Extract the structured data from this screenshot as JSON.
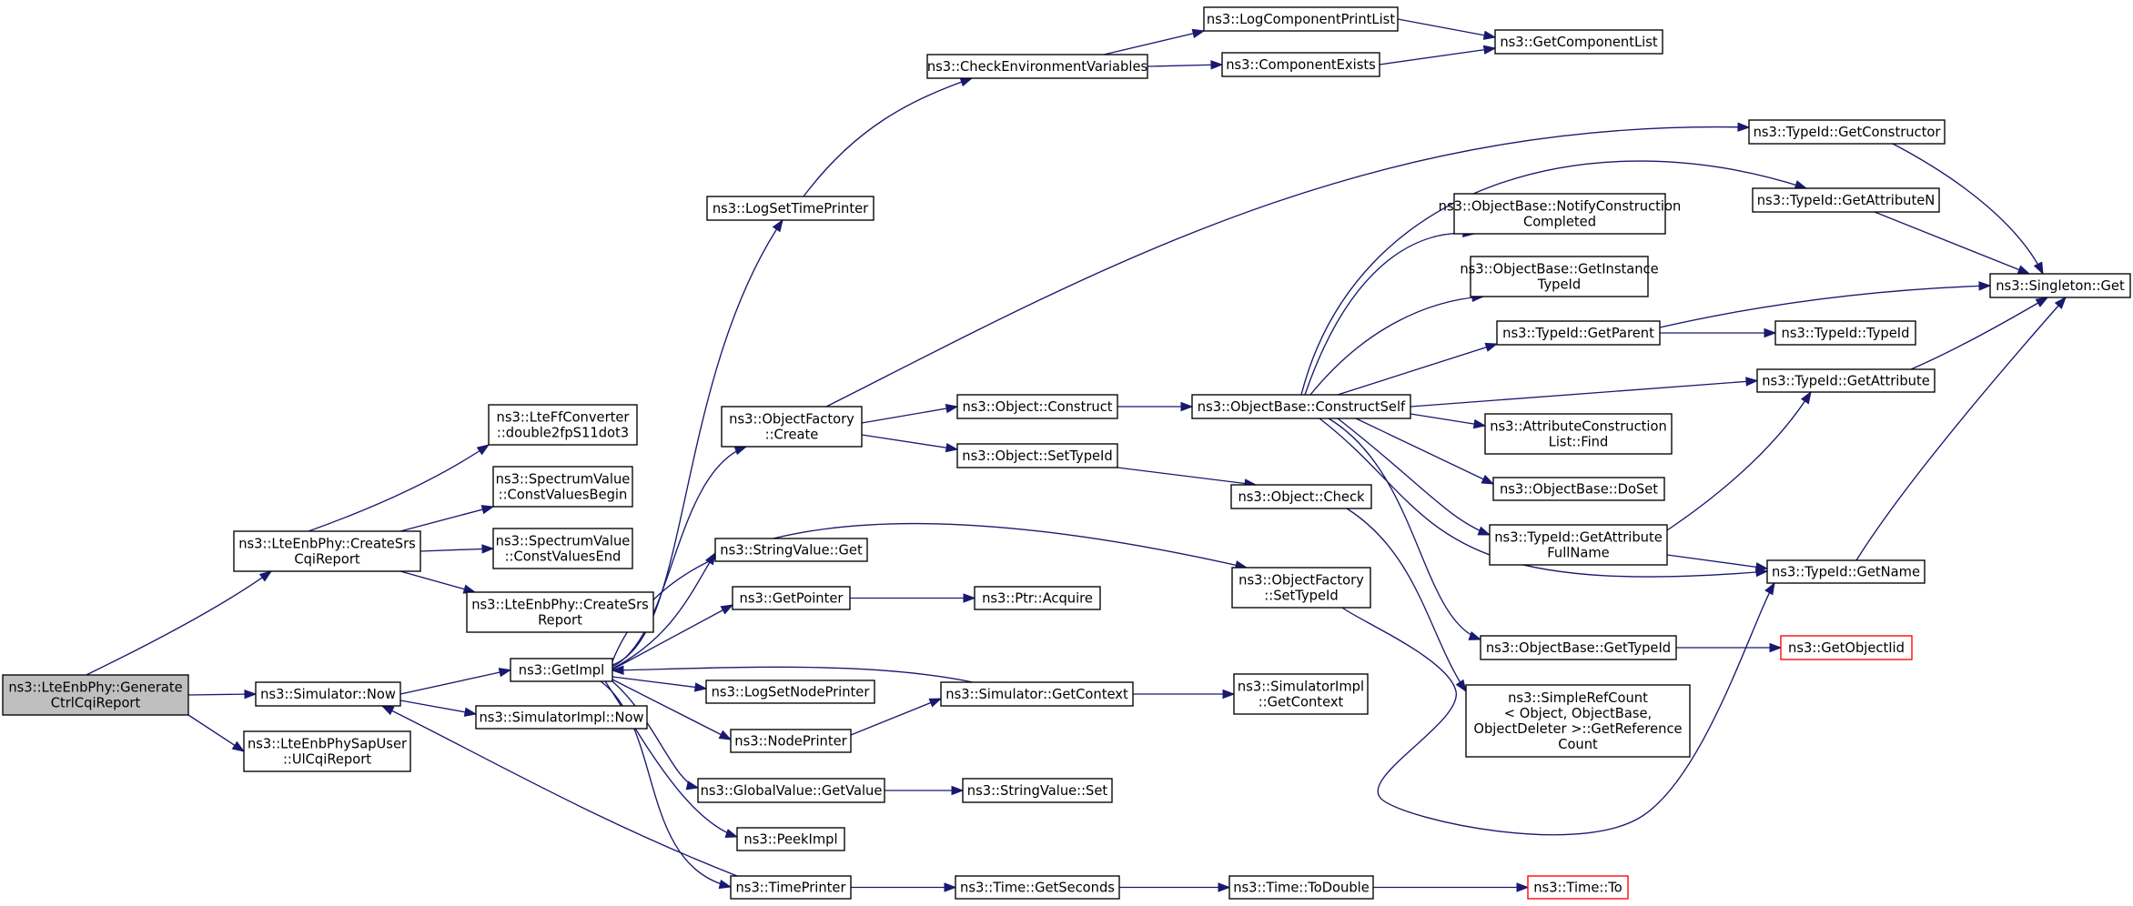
{
  "colors": {
    "edge": "#191970",
    "node_border": "#000000",
    "node_border_undocumented": "#ff0000",
    "root_fill": "#bfbfbf",
    "node_fill": "#ffffff"
  },
  "nodes": [
    {
      "id": "root",
      "lines": [
        "ns3::LteEnbPhy::Generate",
        "CtrlCqiReport"
      ],
      "style": "root"
    },
    {
      "id": "createSrs",
      "lines": [
        "ns3::LteEnbPhy::CreateSrs",
        "CqiReport"
      ]
    },
    {
      "id": "simNow",
      "lines": [
        "ns3::Simulator::Now"
      ]
    },
    {
      "id": "ulCqi",
      "lines": [
        "ns3::LteEnbPhySapUser",
        "::UlCqiReport"
      ]
    },
    {
      "id": "double2fp",
      "lines": [
        "ns3::LteFfConverter",
        "::double2fpS11dot3"
      ]
    },
    {
      "id": "cvBegin",
      "lines": [
        "ns3::SpectrumValue",
        "::ConstValuesBegin"
      ]
    },
    {
      "id": "cvEnd",
      "lines": [
        "ns3::SpectrumValue",
        "::ConstValuesEnd"
      ]
    },
    {
      "id": "createSrsReport",
      "lines": [
        "ns3::LteEnbPhy::CreateSrs",
        "Report"
      ]
    },
    {
      "id": "getImpl",
      "lines": [
        "ns3::GetImpl"
      ]
    },
    {
      "id": "simImplNow",
      "lines": [
        "ns3::SimulatorImpl::Now"
      ]
    },
    {
      "id": "logSetTimePrinter",
      "lines": [
        "ns3::LogSetTimePrinter"
      ]
    },
    {
      "id": "ofCreate",
      "lines": [
        "ns3::ObjectFactory",
        "::Create"
      ]
    },
    {
      "id": "stringValueGet",
      "lines": [
        "ns3::StringValue::Get"
      ]
    },
    {
      "id": "getPointer",
      "lines": [
        "ns3::GetPointer"
      ]
    },
    {
      "id": "logSetNodePrinter",
      "lines": [
        "ns3::LogSetNodePrinter"
      ]
    },
    {
      "id": "nodePrinter",
      "lines": [
        "ns3::NodePrinter"
      ]
    },
    {
      "id": "gvGetValue",
      "lines": [
        "ns3::GlobalValue::GetValue"
      ]
    },
    {
      "id": "peekImpl",
      "lines": [
        "ns3::PeekImpl"
      ]
    },
    {
      "id": "timePrinter",
      "lines": [
        "ns3::TimePrinter"
      ]
    },
    {
      "id": "checkEnv",
      "lines": [
        "ns3::CheckEnvironmentVariables"
      ]
    },
    {
      "id": "objConstruct",
      "lines": [
        "ns3::Object::Construct"
      ]
    },
    {
      "id": "objSetTypeId",
      "lines": [
        "ns3::Object::SetTypeId"
      ]
    },
    {
      "id": "ptrAcquire",
      "lines": [
        "ns3::Ptr::Acquire"
      ]
    },
    {
      "id": "simGetContext",
      "lines": [
        "ns3::Simulator::GetContext"
      ]
    },
    {
      "id": "svSet",
      "lines": [
        "ns3::StringValue::Set"
      ]
    },
    {
      "id": "timeGetSeconds",
      "lines": [
        "ns3::Time::GetSeconds"
      ]
    },
    {
      "id": "logCompPrintList",
      "lines": [
        "ns3::LogComponentPrintList"
      ]
    },
    {
      "id": "componentExists",
      "lines": [
        "ns3::ComponentExists"
      ]
    },
    {
      "id": "obConstructSelf",
      "lines": [
        "ns3::ObjectBase::ConstructSelf"
      ]
    },
    {
      "id": "objCheck",
      "lines": [
        "ns3::Object::Check"
      ]
    },
    {
      "id": "ofSetTypeId",
      "lines": [
        "ns3::ObjectFactory",
        "::SetTypeId"
      ]
    },
    {
      "id": "simImplGetContext",
      "lines": [
        "ns3::SimulatorImpl",
        "::GetContext"
      ]
    },
    {
      "id": "timeToDouble",
      "lines": [
        "ns3::Time::ToDouble"
      ]
    },
    {
      "id": "getComponentList",
      "lines": [
        "ns3::GetComponentList"
      ]
    },
    {
      "id": "obNotify",
      "lines": [
        "ns3::ObjectBase::NotifyConstruction",
        "Completed"
      ]
    },
    {
      "id": "obGetInstance",
      "lines": [
        "ns3::ObjectBase::GetInstance",
        "TypeId"
      ]
    },
    {
      "id": "tidGetParent",
      "lines": [
        "ns3::TypeId::GetParent"
      ]
    },
    {
      "id": "aclFind",
      "lines": [
        "ns3::AttributeConstruction",
        "List::Find"
      ]
    },
    {
      "id": "obDoSet",
      "lines": [
        "ns3::ObjectBase::DoSet"
      ]
    },
    {
      "id": "tidGetAttrFull",
      "lines": [
        "ns3::TypeId::GetAttribute",
        "FullName"
      ]
    },
    {
      "id": "obGetTypeId",
      "lines": [
        "ns3::ObjectBase::GetTypeId"
      ]
    },
    {
      "id": "srcGetRef",
      "lines": [
        "ns3::SimpleRefCount",
        "< Object, ObjectBase,",
        " ObjectDeleter >::GetReference",
        "Count"
      ]
    },
    {
      "id": "timeTo",
      "lines": [
        "ns3::Time::To"
      ],
      "style": "red"
    },
    {
      "id": "tidGetConstructor",
      "lines": [
        "ns3::TypeId::GetConstructor"
      ]
    },
    {
      "id": "tidGetAttrN",
      "lines": [
        "ns3::TypeId::GetAttributeN"
      ]
    },
    {
      "id": "tidTypeId",
      "lines": [
        "ns3::TypeId::TypeId"
      ]
    },
    {
      "id": "tidGetAttr",
      "lines": [
        "ns3::TypeId::GetAttribute"
      ]
    },
    {
      "id": "tidGetName",
      "lines": [
        "ns3::TypeId::GetName"
      ]
    },
    {
      "id": "getObjectIid",
      "lines": [
        "ns3::GetObjectIid"
      ],
      "style": "red"
    },
    {
      "id": "singletonGet",
      "lines": [
        "ns3::Singleton::Get"
      ]
    }
  ]
}
